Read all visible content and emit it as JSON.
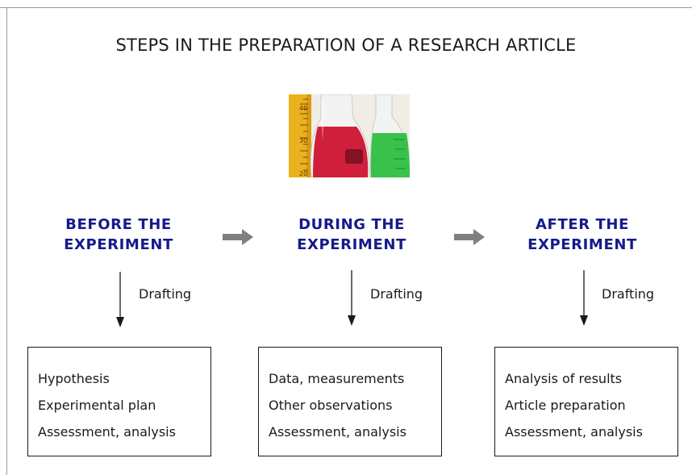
{
  "title": "STEPS IN THE PREPARATION OF A RESEARCH ARTICLE",
  "image": {
    "icon": "laboratory-flasks-photo",
    "scale_marks": [
      "40",
      "30",
      "20"
    ]
  },
  "stages": [
    {
      "line1": "BEFORE THE",
      "line2": "EXPERIMENT",
      "arrow_label": "Drafting",
      "items": [
        "Hypothesis",
        "Experimental plan",
        "Assessment, analysis"
      ]
    },
    {
      "line1": "DURING THE",
      "line2": "EXPERIMENT",
      "arrow_label": "Drafting",
      "items": [
        "Data, measurements",
        "Other observations",
        "Assessment, analysis"
      ]
    },
    {
      "line1": "AFTER THE",
      "line2": "EXPERIMENT",
      "arrow_label": "Drafting",
      "items": [
        "Analysis of results",
        "Article preparation",
        "Assessment, analysis"
      ]
    }
  ],
  "colors": {
    "stage_heading": "#161a8c",
    "connector_arrow": "#7f7f7f",
    "text": "#1a1a1a"
  }
}
